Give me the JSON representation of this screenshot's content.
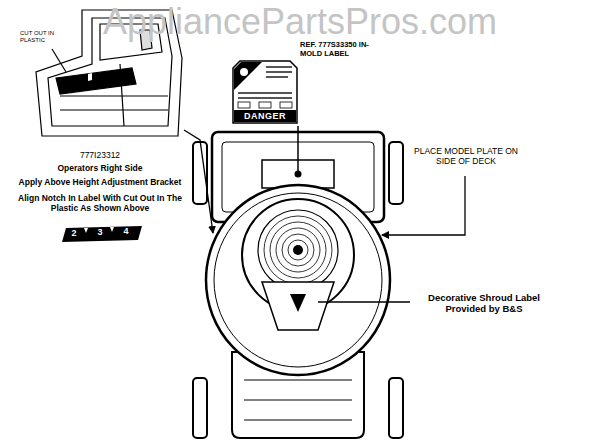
{
  "diagram": {
    "nodes": [
      {
        "text": [
          "DANGER"
        ]
      }
    ],
    "labels": [
      "AppliancePartsPros.com",
      "REF. 777S33350 IN-MOLD LABEL",
      "CUT OUT IN PLASTIC",
      "777I23312",
      "Operators Right Side",
      "Apply Above Height Adjustment Bracket",
      "Align Notch In Label With Cut Out In The Plastic As Shown Above",
      "2",
      "3",
      "4",
      "PLACE MODEL PLATE ON SIDE OF DECK",
      "Decorative Shroud Label Provided by B&S"
    ]
  }
}
